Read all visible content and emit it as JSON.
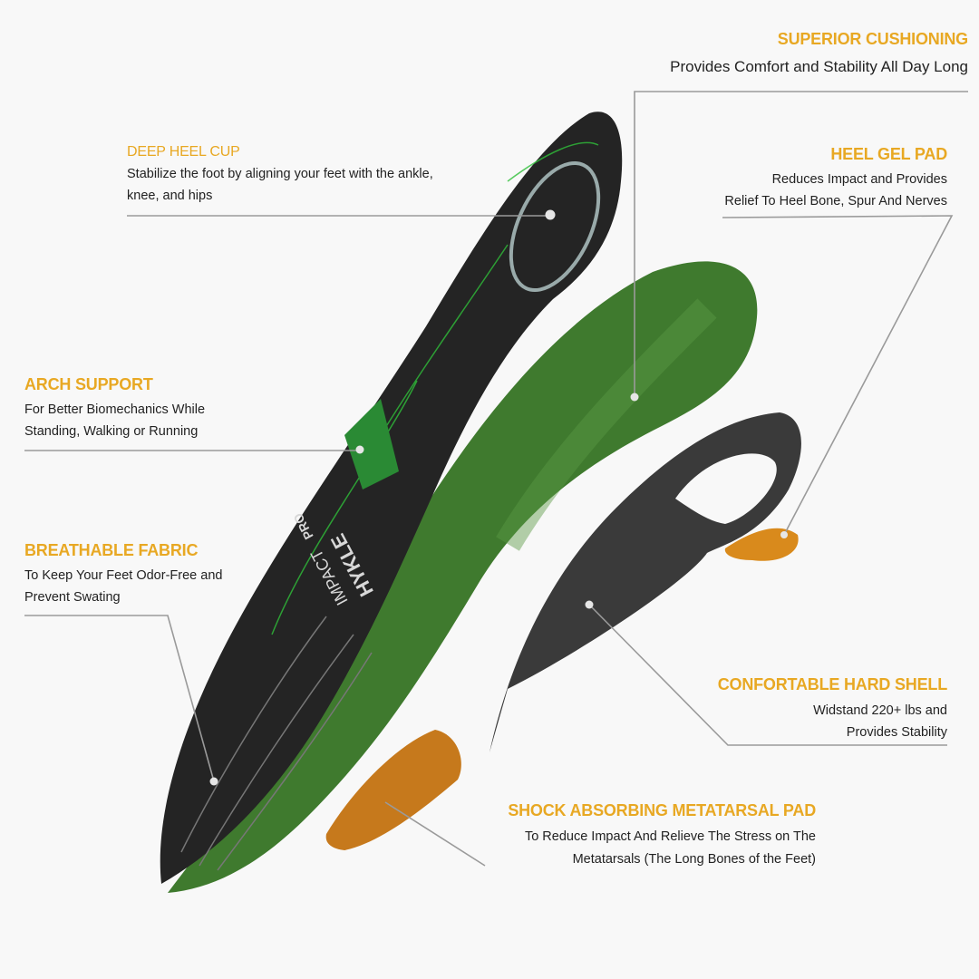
{
  "features": {
    "superior_cushioning": {
      "title": "SUPERIOR CUSHIONING",
      "desc": "Provides Comfort and Stability All Day Long"
    },
    "deep_heel_cup": {
      "title": "DEEP HEEL CUP",
      "desc1": "Stabilize the foot by aligning your feet with the ankle,",
      "desc2": "knee, and hips"
    },
    "heel_gel_pad": {
      "title": "HEEL GEL PAD",
      "desc1": "Reduces Impact and Provides",
      "desc2": "Relief To Heel Bone, Spur And Nerves"
    },
    "arch_support": {
      "title": "ARCH SUPPORT",
      "desc1": "For Better Biomechanics While",
      "desc2": "Standing, Walking or Running"
    },
    "breathable_fabric": {
      "title": "BREATHABLE FABRIC",
      "desc1": "To Keep Your Feet Odor-Free and",
      "desc2": "Prevent Swating"
    },
    "hard_shell": {
      "title": "CONFORTABLE HARD SHELL",
      "desc1": "Widstand 220+ lbs and",
      "desc2": "Provides Stability"
    },
    "metatarsal_pad": {
      "title": "SHOCK ABSORBING METATARSAL PAD",
      "desc1": "To Reduce Impact And Relieve The Stress on The",
      "desc2": "Metatarsals (The Long Bones of the Feet)"
    }
  },
  "product_logo": {
    "brand": "HYKLE",
    "model": "IMPACT",
    "badge": "PRO"
  },
  "colors": {
    "accent": "#e8a823",
    "green": "#3f7a2e",
    "dark": "#2a2a2a",
    "orange": "#d98a1c",
    "line": "#9a9a9a"
  }
}
